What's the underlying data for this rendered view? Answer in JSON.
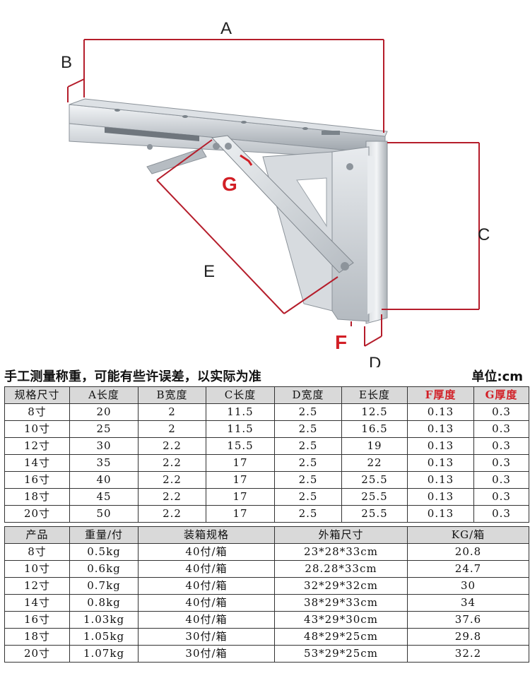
{
  "diagram": {
    "labels": {
      "a": "A",
      "b": "B",
      "c": "C",
      "d": "D",
      "e": "E",
      "f": "F",
      "g": "G"
    },
    "colors": {
      "dim_line": "#b51d2b",
      "accent_label": "#d21f26",
      "metal": "#c9ced3"
    }
  },
  "note": "手工测量称重，可能有些许误差，以实际为准",
  "unit": "单位:cm",
  "size_table": {
    "headers": [
      "规格尺寸",
      "A长度",
      "B宽度",
      "C长度",
      "D宽度",
      "E长度",
      "F厚度",
      "G厚度"
    ],
    "red_header_indices": [
      6,
      7
    ],
    "rows": [
      [
        "8寸",
        "20",
        "2",
        "11.5",
        "2.5",
        "12.5",
        "0.13",
        "0.3"
      ],
      [
        "10寸",
        "25",
        "2",
        "11.5",
        "2.5",
        "16.5",
        "0.13",
        "0.3"
      ],
      [
        "12寸",
        "30",
        "2.2",
        "15.5",
        "2.5",
        "19",
        "0.13",
        "0.3"
      ],
      [
        "14寸",
        "35",
        "2.2",
        "17",
        "2.5",
        "22",
        "0.13",
        "0.3"
      ],
      [
        "16寸",
        "40",
        "2.2",
        "17",
        "2.5",
        "25.5",
        "0.13",
        "0.3"
      ],
      [
        "18寸",
        "45",
        "2.2",
        "17",
        "2.5",
        "25.5",
        "0.13",
        "0.3"
      ],
      [
        "20寸",
        "50",
        "2.2",
        "17",
        "2.5",
        "25.5",
        "0.13",
        "0.3"
      ]
    ]
  },
  "packing_table": {
    "headers": [
      "产品",
      "重量/付",
      "装箱规格",
      "外箱尺寸",
      "KG/箱"
    ],
    "rows": [
      [
        "8寸",
        "0.5kg",
        "40付/箱",
        "23*28*33cm",
        "20.8"
      ],
      [
        "10寸",
        "0.6kg",
        "40付/箱",
        "28.28*33cm",
        "24.7"
      ],
      [
        "12寸",
        "0.7kg",
        "40付/箱",
        "32*29*32cm",
        "30"
      ],
      [
        "14寸",
        "0.8kg",
        "40付/箱",
        "38*29*33cm",
        "34"
      ],
      [
        "16寸",
        "1.03kg",
        "40付/箱",
        "43*29*30cm",
        "37.6"
      ],
      [
        "18寸",
        "1.05kg",
        "30付/箱",
        "48*29*25cm",
        "29.8"
      ],
      [
        "20寸",
        "1.07kg",
        "30付/箱",
        "53*29*25cm",
        "32.2"
      ]
    ]
  }
}
